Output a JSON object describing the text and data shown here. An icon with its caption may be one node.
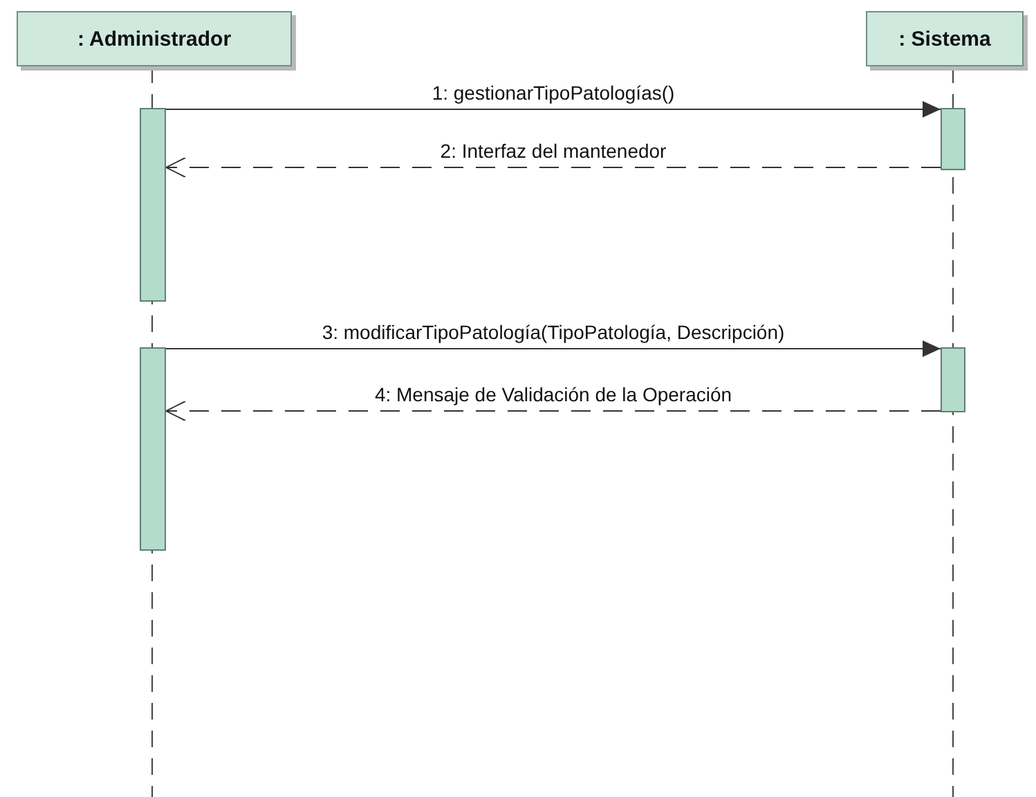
{
  "diagram": {
    "nodes": [
      {
        "text": [
          ": Administrador"
        ]
      },
      {
        "text": [
          ": Sistema"
        ]
      },
      {
        "text": [],
        "shape": "bar"
      },
      {
        "text": [],
        "shape": "bar"
      },
      {
        "text": [],
        "shape": "bar"
      },
      {
        "text": [],
        "shape": "bar"
      }
    ],
    "edges": [
      {
        "from": 2,
        "to": 3,
        "arrow": "to",
        "label": "1: gestionarTipoPatologías()"
      },
      {
        "from": 3,
        "to": 2,
        "arrow": "to",
        "label": "2: Interfaz del mantenedor",
        "style": "dashed"
      },
      {
        "from": 4,
        "to": 5,
        "arrow": "to",
        "label": "3: modificarTipoPatología(TipoPatología, Descripción)"
      },
      {
        "from": 5,
        "to": 4,
        "arrow": "to",
        "label": "4: Mensaje de Validación de la Operación",
        "style": "dashed"
      }
    ]
  }
}
